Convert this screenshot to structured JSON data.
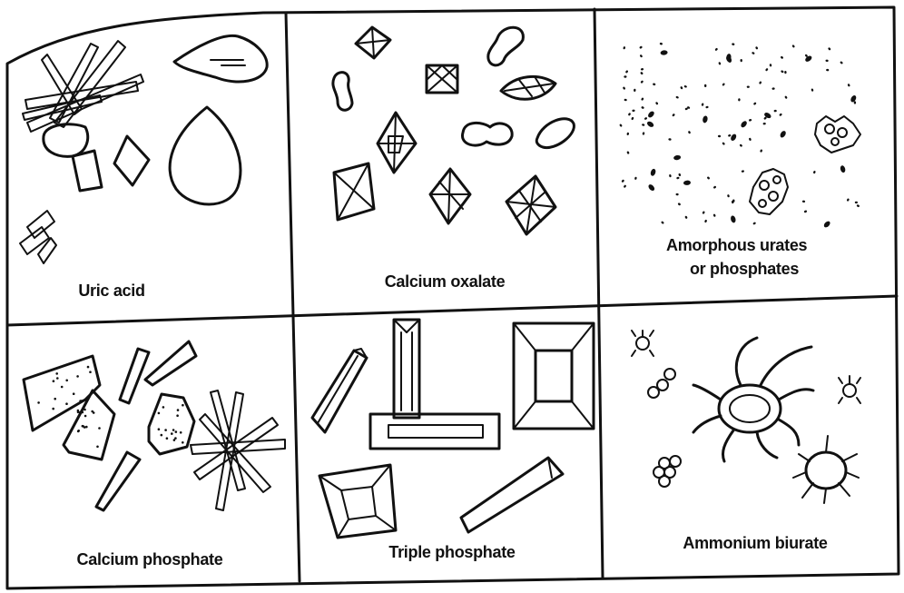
{
  "panels": [
    {
      "label_lines": [
        "Uric acid"
      ]
    },
    {
      "label_lines": [
        "Calcium oxalate"
      ]
    },
    {
      "label_lines": [
        "Amorphous urates",
        "or phosphates"
      ]
    },
    {
      "label_lines": [
        "Calcium phosphate"
      ]
    },
    {
      "label_lines": [
        "Triple phosphate"
      ]
    },
    {
      "label_lines": [
        "Ammonium biurate"
      ]
    }
  ]
}
